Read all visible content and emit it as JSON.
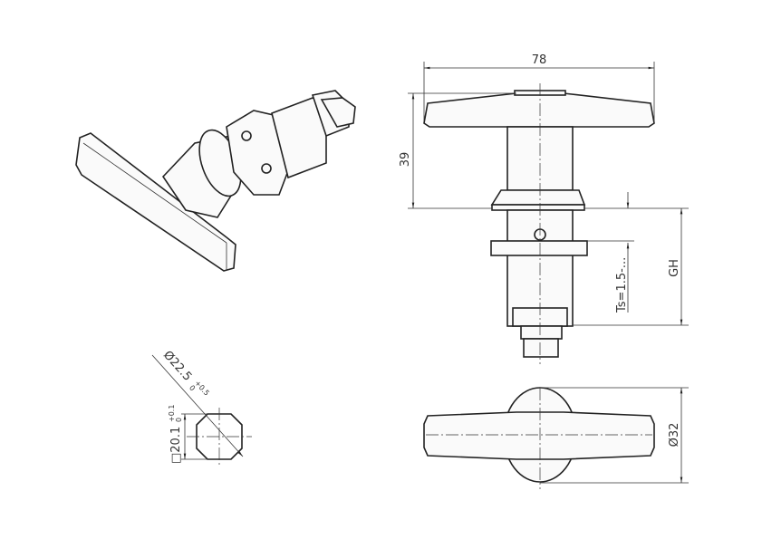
{
  "dimensions": {
    "width_label": "78",
    "height_label": "39",
    "grip_height_label": "GH",
    "thickness_label": "Ts=1.5-...",
    "diameter_label": "Ø32",
    "hole_diameter_label": "Ø22.5",
    "hole_diameter_tol_upper": "+0.5",
    "hole_diameter_tol_lower": "0",
    "square_label": "□20.1",
    "square_tol_upper": "+0.1",
    "square_tol_lower": "0"
  }
}
